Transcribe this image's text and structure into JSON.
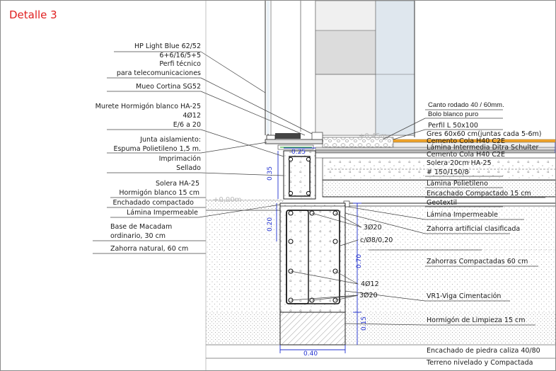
{
  "title": "Detalle  3",
  "labels_left": [
    "HP Light Blue 62/52",
    "6+6/16/5+5",
    "Perfi técnico",
    "para telecomunicaciones",
    "Mueo Cortina SG52",
    "Murete Hormigón blanco HA-25",
    "4Ø12",
    "E/6 a 20",
    "Junta aislamiento:",
    "Espuma Polietileno 1,5 m.",
    "Imprimación",
    "Sellado",
    "Solera HA-25",
    "Hormigón blanco 15 cm",
    "Enchadado compactado",
    "Lámina Impermeable",
    "Base de Macadam",
    "ordinario, 30 cm",
    "Zahorra natural, 60 cm"
  ],
  "labels_right": [
    "Canto rodado 40 / 60mm.",
    "Bolo blanco puro",
    "Perfil L 50x100",
    "Gres 60x60 cm(juntas cada 5-6m)",
    "Cemento Cola H40 C2E",
    "Lámina Intermedia Ditra Schulter",
    "Cemento Cola H40 C2E",
    "Solera 20cm HA-25",
    "# 150/150/8",
    "Lámina Polietileno",
    "Encachado Compactado 15 cm",
    "Geotextil",
    "Lámina Impermeable",
    "Zahorra artificial clasificada",
    "Zahorras Compactadas 60 cm",
    "VR1-Viga Cimentación",
    "Hormigón de Limpieza 15 cm",
    "Encachado de piedra caliza 40/80",
    "Terreno nivelado y Compactada"
  ],
  "rebar_labels": [
    "3Ø20",
    "c/Ø8/0,20",
    "4Ø12",
    "3Ø20"
  ],
  "dimensions": [
    "0.25",
    "0.35",
    "0.20",
    "0.70",
    "0.15",
    "0.40"
  ],
  "levels": [
    "+0,45m",
    "+0,00m"
  ],
  "colors": {
    "title": "#e02020",
    "dimension": "#2030d0",
    "tile": "#f2a52a"
  }
}
